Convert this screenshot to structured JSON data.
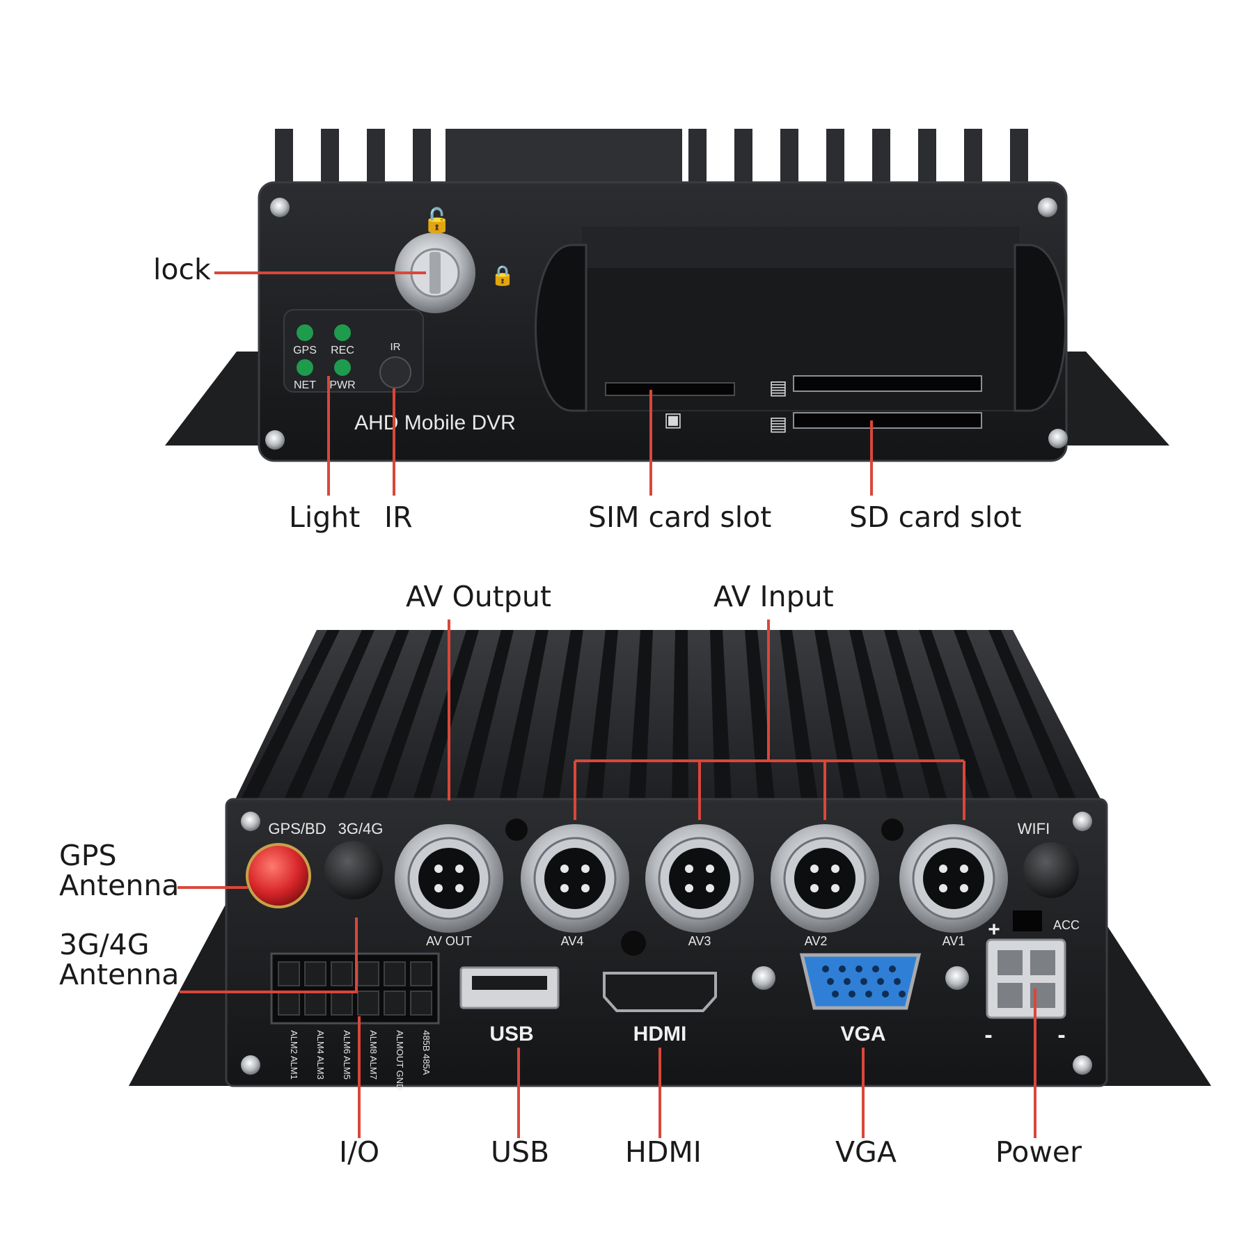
{
  "colors": {
    "leader": "#d9473a",
    "device_body": "#1b1c1e",
    "device_fin": "#2a2b2e",
    "led_green": "#1f9b4e",
    "gps_antenna": "#d8262a",
    "vga_blue": "#2f7fd6"
  },
  "front_panel": {
    "brand_text": "AHD Mobile DVR",
    "leds": [
      "GPS",
      "REC",
      "NET",
      "PWR"
    ],
    "ir_label": "IR",
    "callouts": {
      "lock": "lock",
      "light": "Light",
      "ir": "IR",
      "sim": "SIM card slot",
      "sd": "SD card slot"
    }
  },
  "rear_panel": {
    "port_labels": {
      "gps_bd": "GPS/BD",
      "g34": "3G/4G",
      "wifi": "WIFI",
      "av_out": "AV OUT",
      "av4": "AV4",
      "av3": "AV3",
      "av2": "AV2",
      "av1": "AV1",
      "usb": "USB",
      "hdmi": "HDMI",
      "vga": "VGA",
      "acc": "ACC",
      "plus": "+",
      "minus": "-"
    },
    "io_pins": [
      "ALM2 ALM1",
      "ALM4 ALM3",
      "ALM6 ALM5",
      "ALM8 ALM7",
      "ALMOUT GND",
      "485B 485A"
    ],
    "callouts": {
      "av_output": "AV Output",
      "av_input": "AV Input",
      "gps_antenna": "GPS Antenna",
      "g34_antenna": "3G/4G Antenna",
      "io": "I/O",
      "usb": "USB",
      "hdmi": "HDMI",
      "vga": "VGA",
      "power": "Power"
    }
  }
}
